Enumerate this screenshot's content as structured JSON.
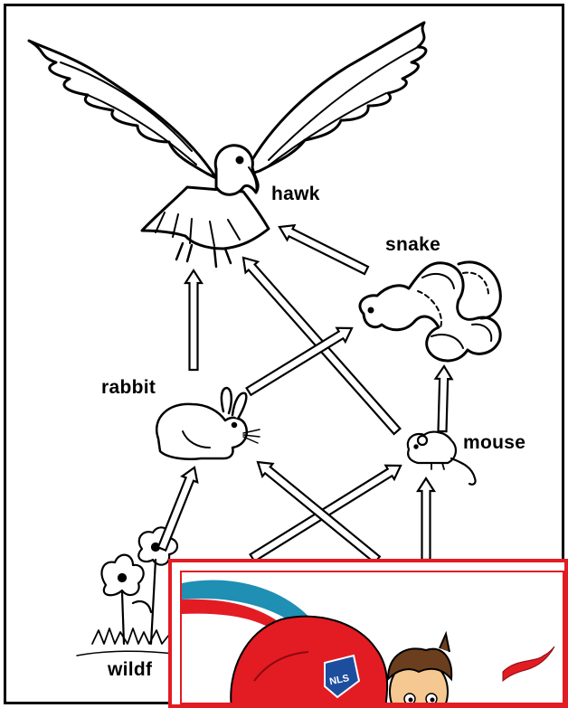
{
  "organisms": {
    "hawk": "hawk",
    "snake": "snake",
    "rabbit": "rabbit",
    "mouse": "mouse",
    "wildflower": "wildf"
  },
  "colors": {
    "outline": "#000000",
    "overlay_border": "#e31b23",
    "hero_cape": "#e31b23",
    "hero_hair": "#6b3e1e",
    "hero_skin": "#f4c890",
    "swoosh_blue": "#1f8fb4",
    "badge_blue": "#1d4e9e"
  },
  "overlay": {
    "badge_text": "NLS"
  }
}
